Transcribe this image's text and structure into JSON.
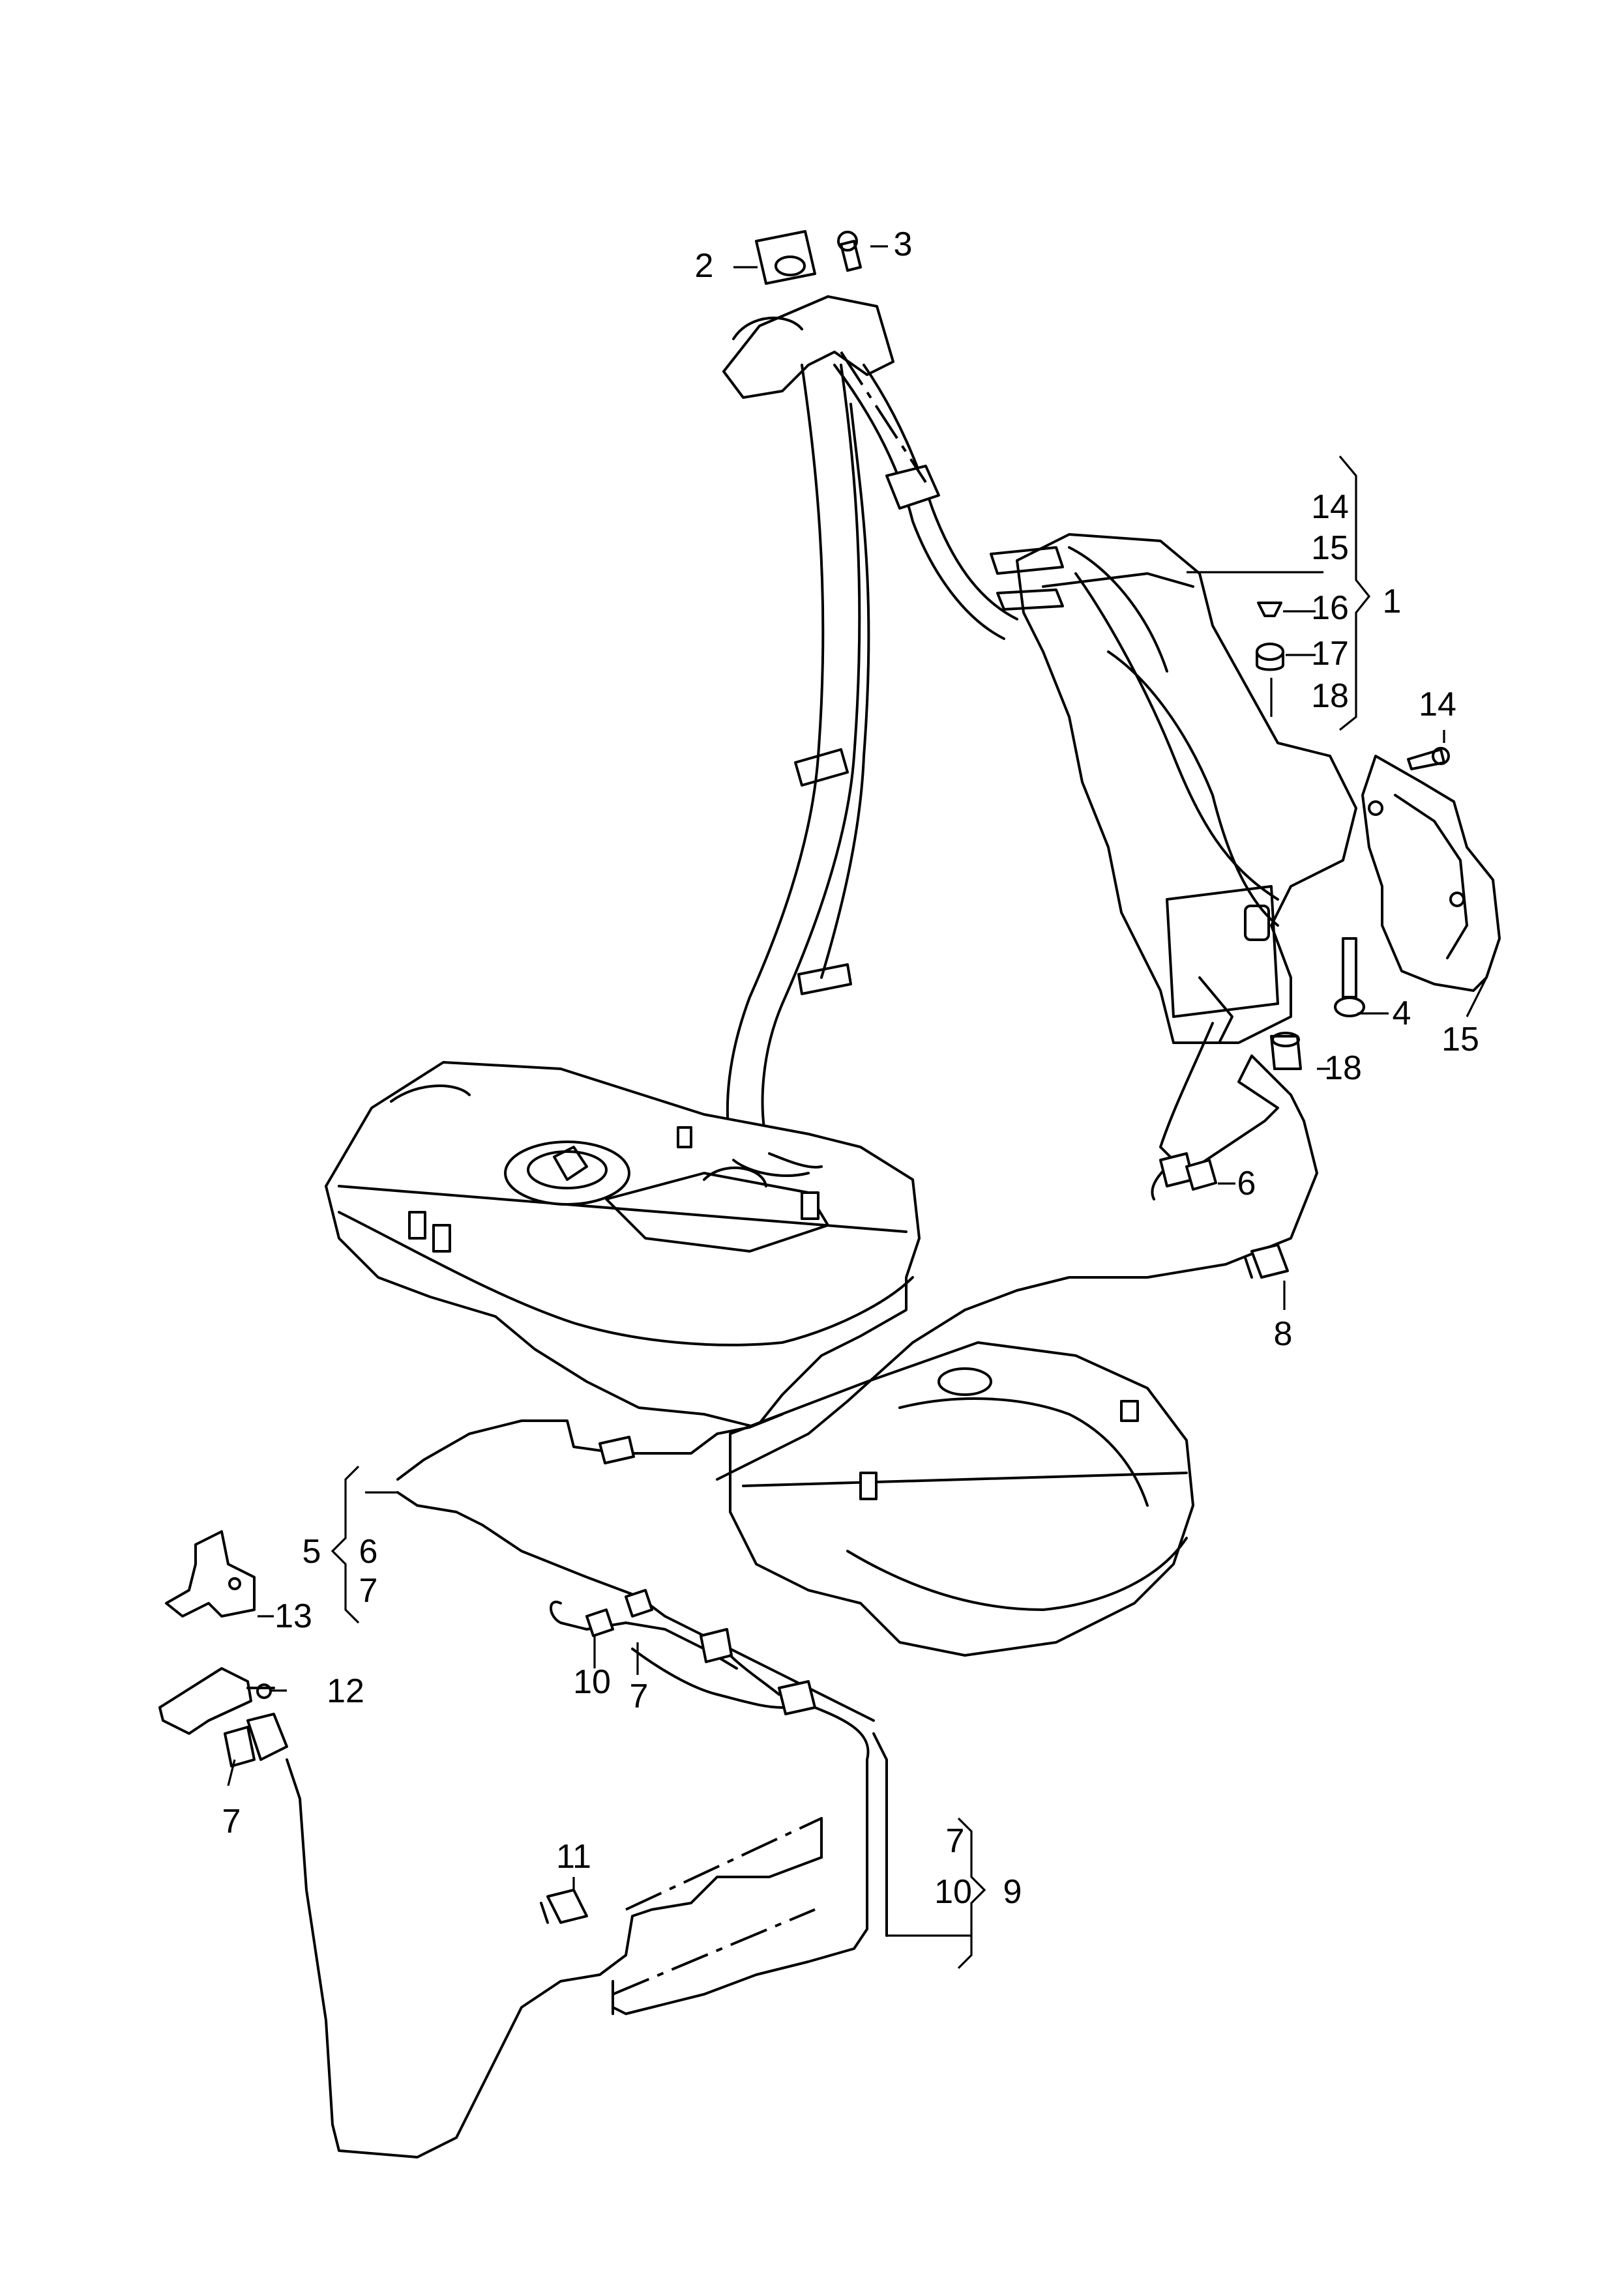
{
  "callouts": {
    "c1": "1",
    "c2": "2",
    "c3": "3",
    "c4": "4",
    "c5": "5",
    "c6_top": "6",
    "c6_group": "6",
    "c7_group5": "7",
    "c7_group9": "7",
    "c7_wire": "7",
    "c7_conn": "7",
    "c8": "8",
    "c9": "9",
    "c10_wire": "10",
    "c10_group9": "10",
    "c11": "11",
    "c12": "12",
    "c13": "13",
    "c14_group": "14",
    "c14_bolt": "14",
    "c15_group": "15",
    "c15_shield": "15",
    "c16": "16",
    "c17": "17",
    "c18_group": "18",
    "c18_clip": "18"
  }
}
